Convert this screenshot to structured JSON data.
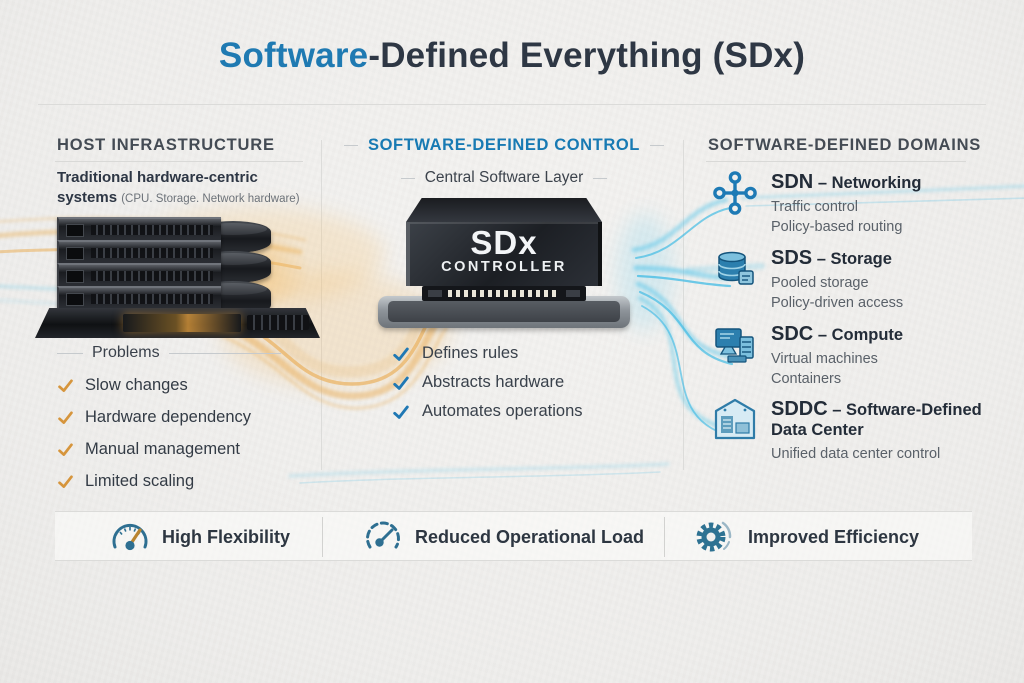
{
  "title": {
    "highlight": "Software",
    "rest": "-Defined Everything (SDx)"
  },
  "columns": {
    "host": {
      "header": "HOST INFRASTRUCTURE",
      "subtitle_bold": "Traditional hardware-centric systems",
      "subtitle_note": "(CPU. Storage. Network hardware)",
      "illustration": "rack-servers-and-disk-array",
      "problems_label": "Problems",
      "problems": [
        "Slow changes",
        "Hardware dependency",
        "Manual management",
        "Limited scaling"
      ],
      "check_color": "#d6953c"
    },
    "control": {
      "header": "SOFTWARE-DEFINED CONTROL",
      "subtitle": "Central Software Layer",
      "box_line1": "SDx",
      "box_line2": "CONTROLLER",
      "features": [
        "Defines rules",
        "Abstracts hardware",
        "Automates operations"
      ],
      "check_color": "#1f78b4"
    },
    "domains": {
      "header": "SOFTWARE-DEFINED DOMAINS",
      "items": [
        {
          "icon": "network-icon",
          "acronym": "SDN",
          "rest": "– Networking",
          "lines": [
            "Traffic control",
            "Policy-based routing"
          ]
        },
        {
          "icon": "storage-icon",
          "acronym": "SDS",
          "rest": "– Storage",
          "lines": [
            "Pooled storage",
            "Policy-driven access"
          ]
        },
        {
          "icon": "compute-icon",
          "acronym": "SDC",
          "rest": "– Compute",
          "lines": [
            "Virtual machines",
            "Containers"
          ]
        },
        {
          "icon": "datacenter-icon",
          "acronym": "SDDC",
          "rest": "– Software-Defined Data Center",
          "lines": [
            "Unified data center control"
          ]
        }
      ]
    }
  },
  "benefits": [
    {
      "icon": "gauge-icon",
      "label": "High Flexibility"
    },
    {
      "icon": "speedometer-icon",
      "label": "Reduced Operational Load"
    },
    {
      "icon": "gear-icon",
      "label": "Improved Efficiency"
    }
  ],
  "colors": {
    "accent_blue": "#1f7ab2",
    "amber_check": "#d6953c",
    "blue_check": "#1f78b4",
    "stream_orange": "#e9a94b",
    "stream_cyan": "#3fbfe8",
    "text_dark": "#2d3644",
    "text_secondary": "#5c636b",
    "background": "#f1f0ee"
  }
}
